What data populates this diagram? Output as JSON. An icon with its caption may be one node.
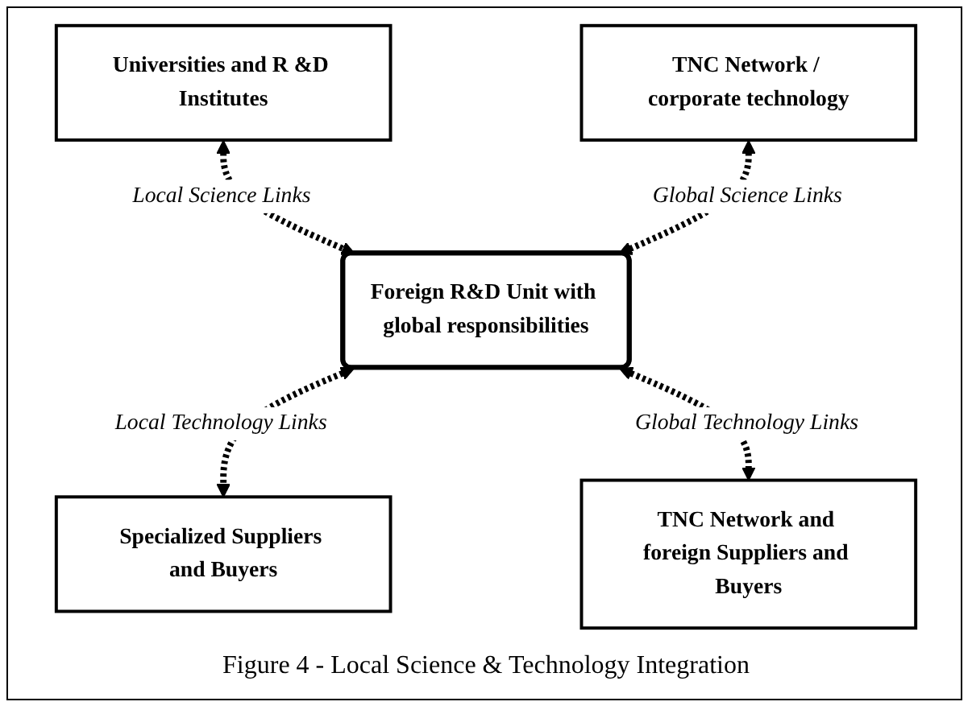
{
  "diagram": {
    "caption": "Figure 4 - Local Science & Technology Integration",
    "nodes": [
      {
        "text": [
          "Universities and R &D Institutes"
        ]
      },
      {
        "text": [
          "TNC Network / corporate technology"
        ]
      },
      {
        "text": [
          "Foreign R&D Unit with global responsibilities"
        ]
      },
      {
        "text": [
          "Specialized Suppliers and Buyers"
        ]
      },
      {
        "text": [
          "TNC Network and foreign Suppliers and Buyers"
        ]
      }
    ],
    "edges": [
      {
        "from": 0,
        "to": 2,
        "arrow": "both",
        "label": "Local Science Links",
        "style": "dashed"
      },
      {
        "from": 1,
        "to": 2,
        "arrow": "both",
        "label": "Global Science Links",
        "style": "dashed"
      },
      {
        "from": 2,
        "to": 3,
        "arrow": "both",
        "label": "Local Technology Links",
        "style": "dashed"
      },
      {
        "from": 2,
        "to": 4,
        "arrow": "both",
        "label": "Global Technology Links",
        "style": "dashed"
      }
    ]
  }
}
